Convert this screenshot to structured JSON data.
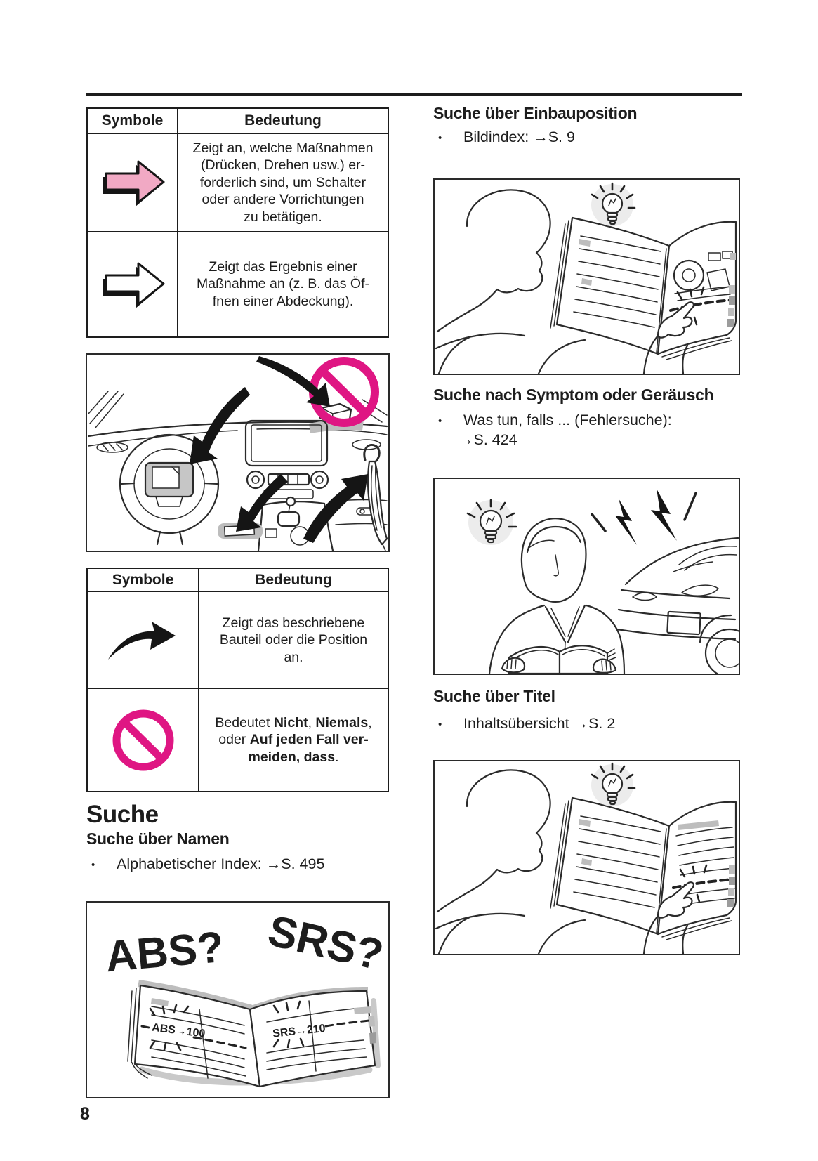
{
  "colors": {
    "pink": "#df1683",
    "lightpink": "#f1a9c4",
    "ink": "#1d1d1d",
    "gray": "#bdbdbd"
  },
  "ui": {
    "bullet": "•"
  },
  "page": {
    "number": "8"
  },
  "symbol_table_top": {
    "header": {
      "symbol": "Symbole",
      "meaning": "Bedeutung"
    },
    "rows": [
      {
        "icon": "pink-block-arrow",
        "lines": [
          "Zeigt an, welche Maßnahmen",
          "(Drücken, Drehen usw.) er-",
          "forderlich sind, um Schalter",
          "oder andere Vorrichtungen",
          "zu betätigen."
        ]
      },
      {
        "icon": "white-block-arrow",
        "lines": [
          "Zeigt das Ergebnis einer",
          "Maßnahme an (z. B. das Öf-",
          "fnen einer Abdeckung)."
        ]
      }
    ]
  },
  "symbol_table_bottom": {
    "header": {
      "symbol": "Symbole",
      "meaning": "Bedeutung"
    },
    "rows": [
      {
        "icon": "black-curved-arrow",
        "lines": [
          "Zeigt das beschriebene",
          "Bauteil oder die Position",
          "an."
        ]
      },
      {
        "icon": "pink-prohibition-circle",
        "segs": {
          "s1": "Bedeutet ",
          "s2": "Nicht",
          "s3": ", ",
          "s4": "Niemals",
          "s5": ",",
          "s6": "oder ",
          "s7": "Auf jeden Fall ver-",
          "s8": "meiden, dass",
          "s9": "."
        }
      }
    ]
  },
  "search_section": {
    "title": "Suche",
    "by_name": {
      "heading": "Suche über Namen",
      "item": "Alphabetischer Index: →S. 495"
    },
    "by_position": {
      "heading": "Suche über Einbauposition",
      "item": "Bildindex: →S. 9"
    },
    "by_symptom": {
      "heading": "Suche nach Symptom oder Geräusch",
      "item_line1": "Was tun, falls ... (Fehlersuche):",
      "item_line2": "→S. 424"
    },
    "by_title": {
      "heading": "Suche über Titel",
      "item": "Inhaltsübersicht →S. 2"
    }
  },
  "abs_book": {
    "big_left": "ABS?",
    "big_right": "SRS?",
    "page_label_left": "ABS→100",
    "page_label_right": "SRS→210"
  }
}
